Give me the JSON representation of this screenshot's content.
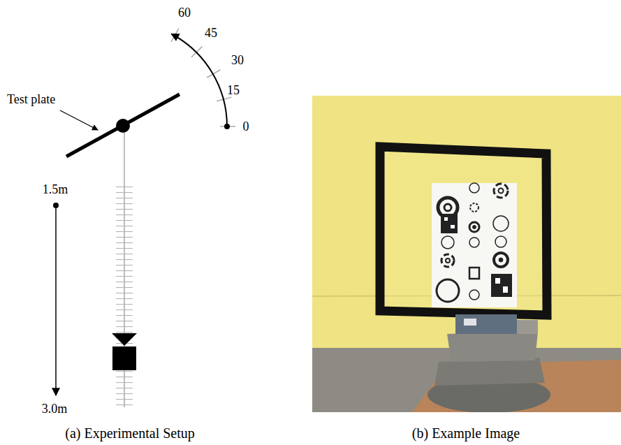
{
  "diagram": {
    "labels": [
      "Test plate",
      "60",
      "45",
      "30",
      "15",
      "0",
      "1.5m",
      "3.0m",
      "(a) Experimental Setup",
      "(b) Example Image"
    ]
  }
}
